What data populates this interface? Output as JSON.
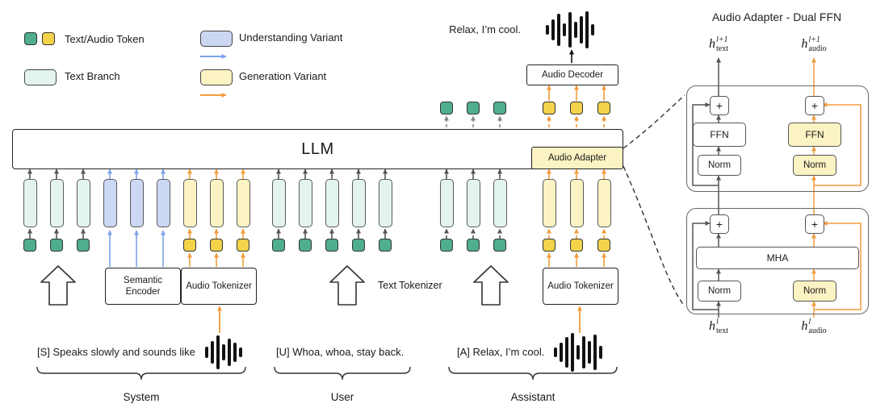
{
  "legend": {
    "token_label": "Text/Audio Token",
    "branch_label": "Text Branch",
    "understanding_label": "Understanding Variant",
    "generation_label": "Generation Variant"
  },
  "llm_label": "LLM",
  "audio_adapter_label": "Audio Adapter",
  "audio_decoder_label": "Audio Decoder",
  "output_text": "Relax, I’m cool.",
  "boxes": {
    "semantic_encoder": "Semantic Encoder",
    "audio_tokenizer": "Audio Tokenizer",
    "text_tokenizer": "Text Tokenizer"
  },
  "transcripts": {
    "system": "[S] Speaks slowly and sounds like",
    "user": "[U] Whoa, whoa, stay back.",
    "assistant": "[A] Relax, I’m cool."
  },
  "group_labels": {
    "system": "System",
    "user": "User",
    "assistant": "Assistant"
  },
  "panel": {
    "title": "Audio Adapter - Dual FFN",
    "ffn_label": "FFN",
    "norm_label": "Norm",
    "mha_label": "MHA",
    "plus_label": "+",
    "h_out_text": {
      "base": "h",
      "sup": "l+1",
      "sub": "text"
    },
    "h_out_audio": {
      "base": "h",
      "sup": "l+1",
      "sub": "audio"
    },
    "h_in_text": {
      "base": "h",
      "sup": "l",
      "sub": "text"
    },
    "h_in_audio": {
      "base": "h",
      "sup": "l",
      "sub": "audio"
    }
  },
  "embedding_columns": {
    "system_text": {
      "rect": "mint",
      "token": "green",
      "count": 3
    },
    "system_semantic": {
      "rect": "blue",
      "token": null,
      "count": 3
    },
    "system_audio": {
      "rect": "yellow",
      "token": "yellow",
      "count": 3
    },
    "user_text": {
      "rect": "mint",
      "token": "green",
      "count": 5
    },
    "assistant_text": {
      "rect": "mint",
      "token": "green",
      "count": 3,
      "dashed": true
    },
    "assistant_audio": {
      "rect": "yellow",
      "token": "yellow",
      "count": 3,
      "dashed": true
    }
  },
  "output_tokens": {
    "text": {
      "color": "green",
      "count": 3
    },
    "audio": {
      "color": "yellow",
      "count": 3
    }
  },
  "colors": {
    "green": "#4fae8d",
    "yellow_token": "#f3d34a",
    "mint": "#e3f4ed",
    "blue": "#ccd7f3",
    "light_yellow": "#fbf3c3",
    "orange": "#f09b3c",
    "arrow_blue": "#7da2e8",
    "dark": "#555555"
  }
}
